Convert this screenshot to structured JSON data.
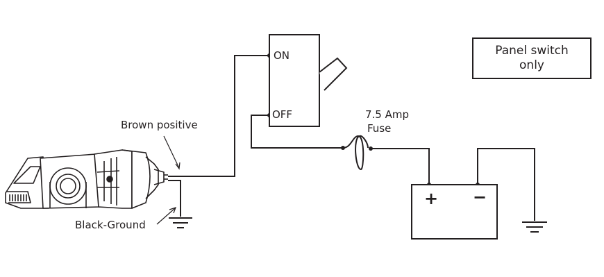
{
  "labels": {
    "brown_positive": "Brown positive",
    "black_ground": "Black-Ground",
    "switch_on": "ON",
    "switch_off": "OFF",
    "fuse_line1": "7.5 Amp",
    "fuse_line2": "Fuse",
    "battery_plus": "+",
    "battery_minus": "−"
  },
  "panel_note": {
    "line1": "Panel switch",
    "line2": "only"
  },
  "colors": {
    "line": "#231f20",
    "pump_body": "#ffffff",
    "background": "#ffffff"
  },
  "icons": {
    "pump": "bilge-pump-icon",
    "switch": "toggle-switch-icon",
    "fuse": "fuse-icon",
    "battery": "battery-icon",
    "ground": "ground-symbol-icon"
  }
}
